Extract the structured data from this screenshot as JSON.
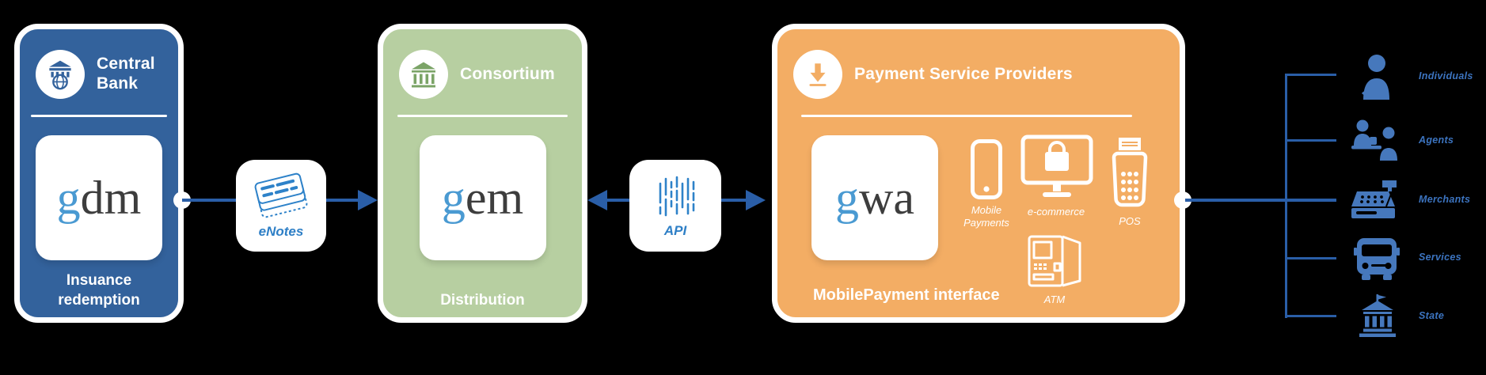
{
  "colors": {
    "background": "#000000",
    "central_bank_fill": "#33629c",
    "consortium_fill": "#b7cfa1",
    "psp_fill": "#f3ad64",
    "connector_blue": "#2a5ea7",
    "icon_blue": "#2e82c9",
    "recipient_blue": "#4678bc",
    "logo_g_blue": "#4a9ad2",
    "logo_dark": "#3d3d3d"
  },
  "stages": {
    "central_bank": {
      "icon": "bank-dome-icon",
      "title": "Central Bank",
      "logo_blue": "g",
      "logo_dark": "dm",
      "caption": "Insuance redemption"
    },
    "consortium": {
      "icon": "bank-columns-icon",
      "title": "Consortium",
      "logo_blue": "g",
      "logo_dark": "em",
      "caption": "Distribution"
    },
    "psp": {
      "icon": "download-icon",
      "title": "Payment Service Providers",
      "logo_blue": "g",
      "logo_dark": "wa",
      "caption": "MobilePayment interface",
      "channels": [
        {
          "icon": "smartphone-icon",
          "label": "Mobile Payments"
        },
        {
          "icon": "ecommerce-monitor-icon",
          "label": "e-commerce"
        },
        {
          "icon": "pos-terminal-icon",
          "label": "POS"
        },
        {
          "icon": "atm-icon",
          "label": "ATM"
        }
      ]
    }
  },
  "connectors": {
    "enotes": {
      "icon": "banknotes-icon",
      "label": "eNotes"
    },
    "api": {
      "icon": "data-lines-icon",
      "label": "API"
    }
  },
  "recipients": [
    {
      "icon": "individual-icon",
      "label": "Individuals"
    },
    {
      "icon": "agents-icon",
      "label": "Agents"
    },
    {
      "icon": "merchants-icon",
      "label": "Merchants"
    },
    {
      "icon": "services-icon",
      "label": "Services"
    },
    {
      "icon": "state-icon",
      "label": "State"
    }
  ]
}
